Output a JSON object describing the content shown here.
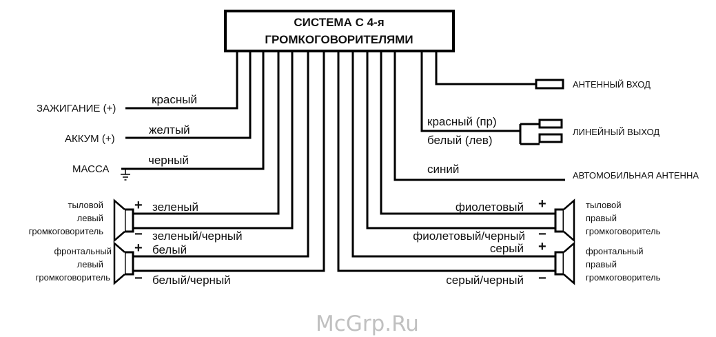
{
  "unit_title": [
    "СИСТЕМА С 4-я",
    "ГРОМКОГОВОРИТЕЛЯМИ"
  ],
  "left_inputs": [
    {
      "label": "ЗАЖИГАНИЕ (+)",
      "wire": "красный"
    },
    {
      "label": "АККУМ (+)",
      "wire": "желтый"
    },
    {
      "label": "МАССА",
      "wire": "черный"
    }
  ],
  "right_outputs": {
    "antenna_in": "АНТЕННЫЙ ВХОД",
    "line_out": "ЛИНЕЙНЫЙ ВЫХОД",
    "line_out_wires": [
      "красный (пр)",
      "белый (лев)"
    ],
    "car_antenna": "АВТОМОБИЛЬНАЯ АНТЕННА",
    "car_antenna_wire": "синий"
  },
  "speakers": {
    "rear_left": {
      "label": [
        "тыловой",
        "левый",
        "громкоговоритель"
      ],
      "plus_wire": "зеленый",
      "minus_wire": "зеленый/черный"
    },
    "front_left": {
      "label": [
        "фронтальный",
        "левый",
        "громкоговоритель"
      ],
      "plus_wire": "белый",
      "minus_wire": "белый/черный"
    },
    "rear_right": {
      "label": [
        "тыловой",
        "правый",
        "громкоговоритель"
      ],
      "plus_wire": "фиолетовый",
      "minus_wire": "фиолетовый/черный"
    },
    "front_right": {
      "label": [
        "фронтальный",
        "правый",
        "громкоговоритель"
      ],
      "plus_wire": "серый",
      "minus_wire": "серый/черный"
    }
  },
  "signs": {
    "plus": "+",
    "minus": "−"
  },
  "watermark": "McGrp.Ru"
}
